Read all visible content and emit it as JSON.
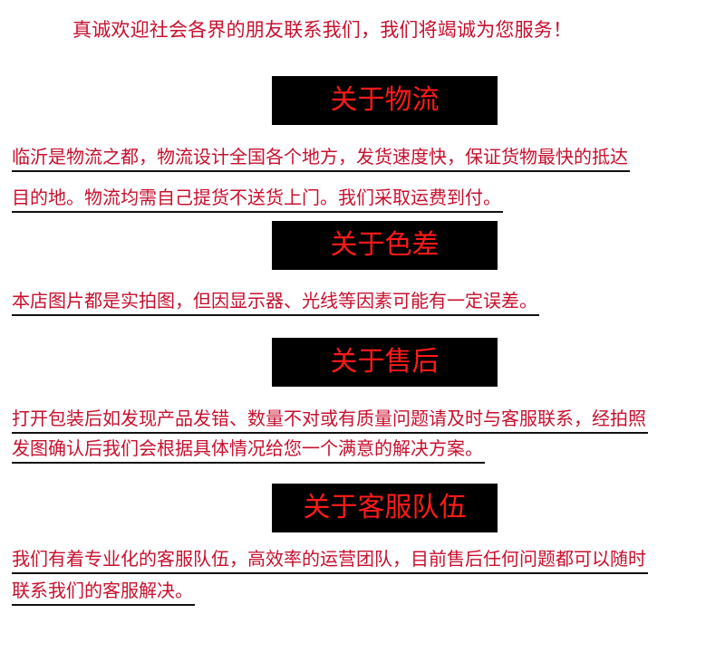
{
  "welcome": "真诚欢迎社会各界的朋友联系我们，我们将竭诚为您服务！",
  "sections": [
    {
      "heading": "关于物流",
      "lines": [
        "临沂是物流之都，物流设计全国各个地方，发货速度快，保证货物最快的抵达",
        "目的地。物流均需自己提货不送货上门。我们采取运费到付。"
      ]
    },
    {
      "heading": "关于色差",
      "lines": [
        "本店图片都是实拍图，但因显示器、光线等因素可能有一定误差。"
      ]
    },
    {
      "heading": "关于售后",
      "lines": [
        "打开包装后如发现产品发错、数量不对或有质量问题请及时与客服联系，经拍照",
        "发图确认后我们会根据具体情况给您一个满意的解决方案。"
      ]
    },
    {
      "heading": "关于客服队伍",
      "lines": [
        "我们有着专业化的客服队伍，高效率的运营团队，目前售后任何问题都可以随时",
        "联系我们的客服解决。"
      ]
    }
  ],
  "colors": {
    "text_red": "#c8102e",
    "heading_red": "#ff1a1a",
    "heading_bg": "#000000",
    "underline": "#111111"
  }
}
